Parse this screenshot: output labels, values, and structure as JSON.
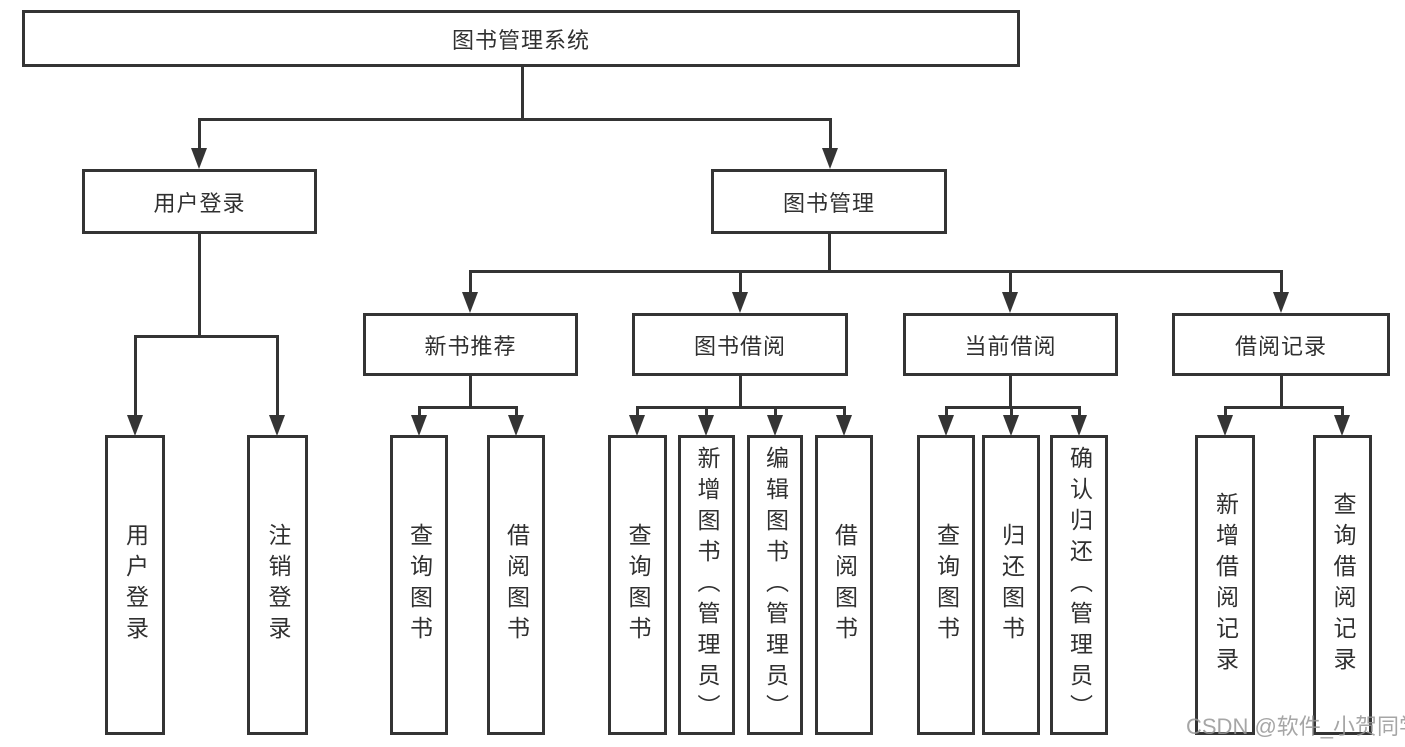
{
  "diagram": {
    "title": "图书管理系统",
    "level2": {
      "user_login": "用户登录",
      "book_management": "图书管理"
    },
    "level3": {
      "new_book_recommend": "新书推荐",
      "book_borrow": "图书借阅",
      "current_borrow": "当前借阅",
      "borrow_record": "借阅记录"
    },
    "leaves": {
      "user_login": "用户登录",
      "logout": "注销登录",
      "nb_query_book": "查询图书",
      "nb_borrow_book": "借阅图书",
      "bb_query_book": "查询图书",
      "bb_add_book": "新增图书（管理员）",
      "bb_edit_book": "编辑图书（管理员）",
      "bb_borrow_book": "借阅图书",
      "cb_query_book": "查询图书",
      "cb_return_book": "归还图书",
      "cb_confirm_return": "确认归还（管理员）",
      "br_add_record": "新增借阅记录",
      "br_query_record": "查询借阅记录"
    },
    "colors": {
      "line": "#343434",
      "text": "#303030",
      "watermark": "#969696"
    },
    "watermark": "CSDN @软件_小贺同学"
  }
}
